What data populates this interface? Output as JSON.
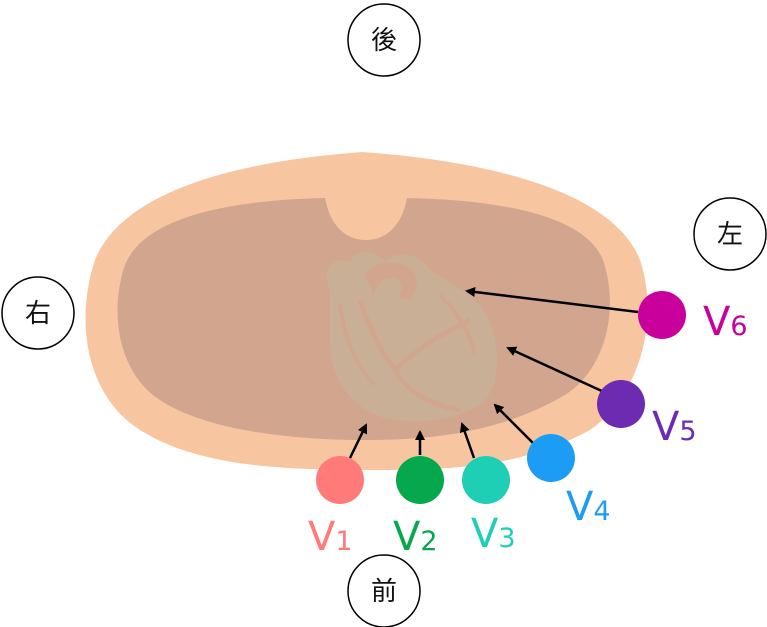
{
  "directions": {
    "posterior": "後",
    "anterior": "前",
    "right": "右",
    "left": "左"
  },
  "leads": [
    {
      "letter": "V",
      "number": "1",
      "color": "#ff7a78"
    },
    {
      "letter": "V",
      "number": "2",
      "color": "#06a84e"
    },
    {
      "letter": "V",
      "number": "3",
      "color": "#1ecfb6"
    },
    {
      "letter": "V",
      "number": "4",
      "color": "#1c9cf4"
    },
    {
      "letter": "V",
      "number": "5",
      "color": "#6c2bb0"
    },
    {
      "letter": "V",
      "number": "6",
      "color": "#c9009b"
    }
  ],
  "colors": {
    "chest_wall": "#f7c6a0",
    "cavity": "#d2a68e",
    "heart": "#c9af96",
    "arrow": "#000000"
  }
}
